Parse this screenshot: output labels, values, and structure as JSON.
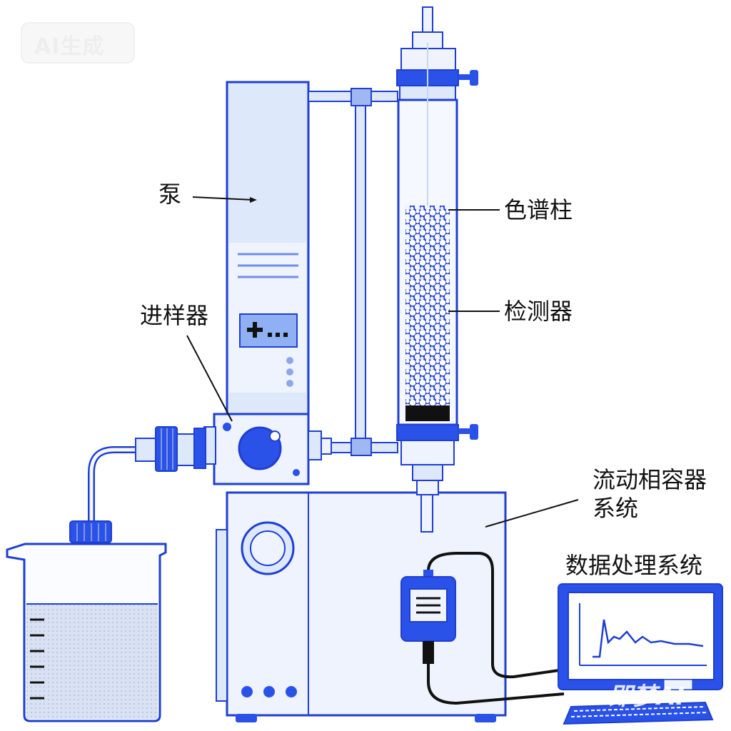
{
  "labels": {
    "pump": "泵",
    "column": "色谱柱",
    "detector": "检测器",
    "injector": "进样器",
    "mobile_phase_line1": "流动相容器",
    "mobile_phase_line2": "系统",
    "data_system": "数据处理系统"
  },
  "watermarks": {
    "top_left": "AI生成",
    "bottom_right": "即梦AI"
  },
  "colors": {
    "outline": "#1f3fd1",
    "panel_fill": "#dde8fb",
    "panel_fill_light": "#eef3fd",
    "accent": "#2a52e8",
    "dark": "#111111",
    "liquid": "#dbe3f1"
  }
}
